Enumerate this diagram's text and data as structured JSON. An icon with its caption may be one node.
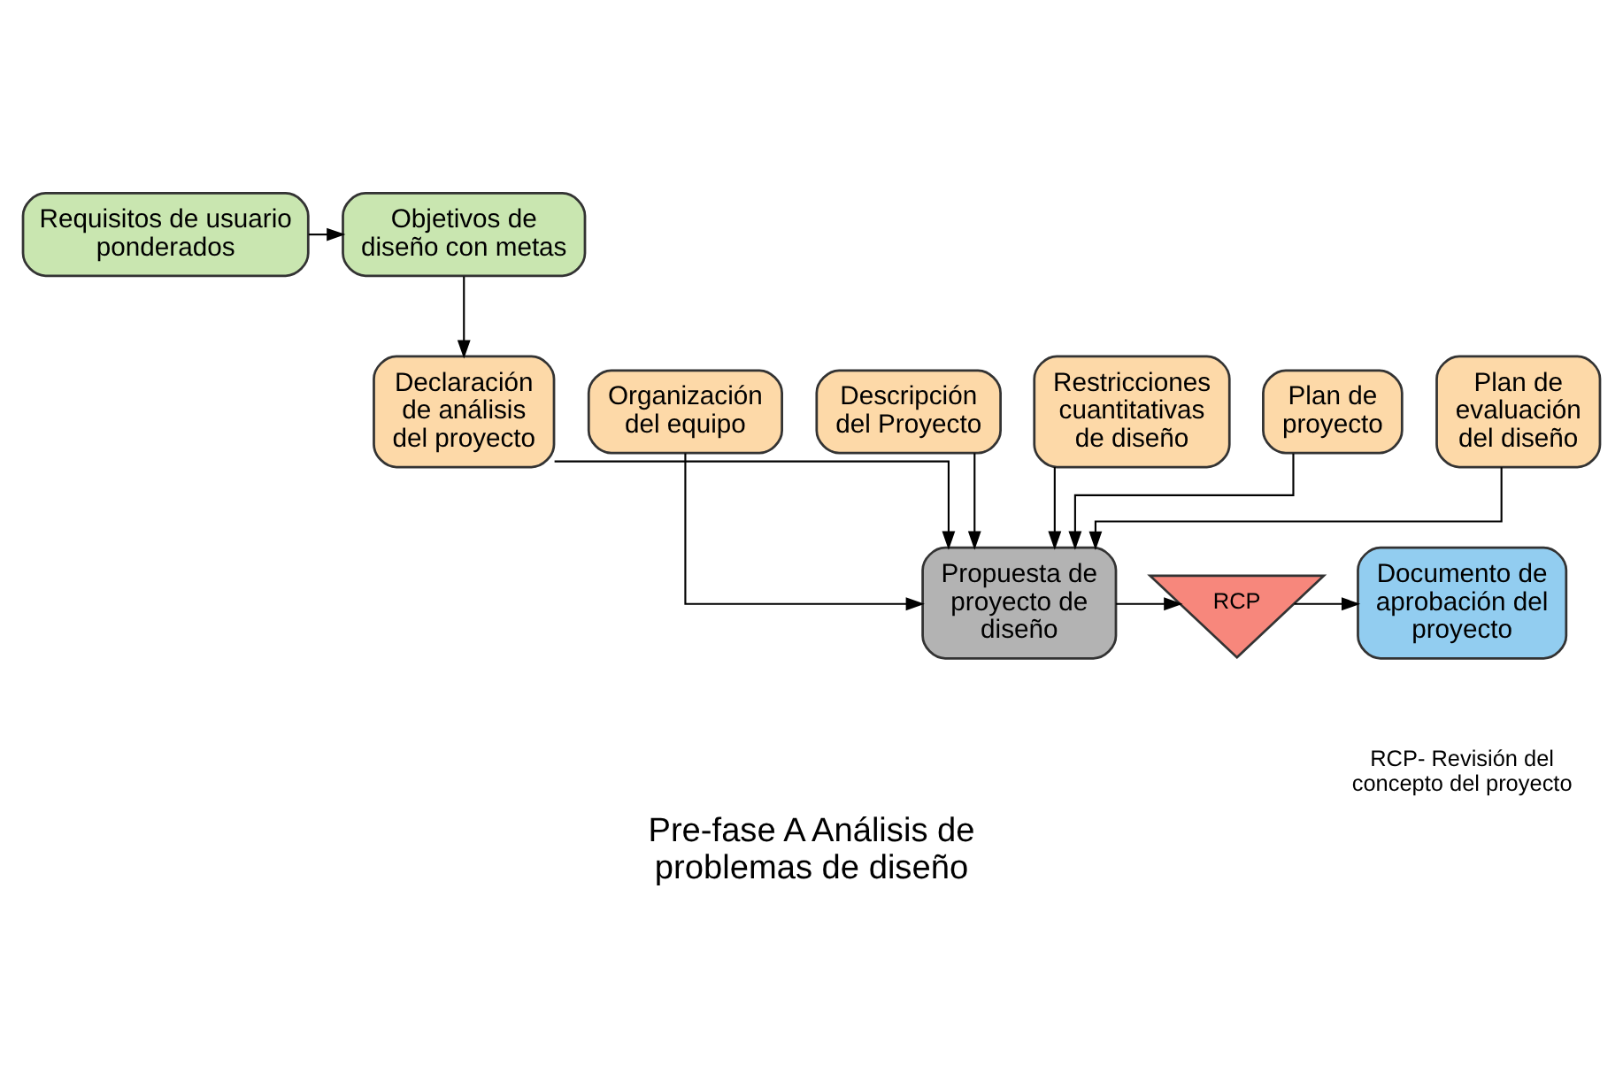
{
  "diagram": {
    "caption": "Pre-fase A Análisis de problemas de diseño",
    "nodes": [
      {
        "text": [
          "Requisitos de usuario ponderados"
        ]
      },
      {
        "text": [
          "Objetivos de diseño con metas"
        ]
      },
      {
        "text": [
          "Organización del equipo"
        ]
      },
      {
        "text": [
          "Descripción del Proyecto"
        ]
      },
      {
        "text": [
          "Restricciones cuantitativas de diseño"
        ]
      },
      {
        "text": [
          "Declaración de análisis del proyecto"
        ]
      },
      {
        "text": [
          "Plan de proyecto"
        ]
      },
      {
        "text": [
          "Plan de evaluación del diseño"
        ]
      },
      {
        "text": [
          "Propuesta de proyecto de diseño"
        ]
      },
      {
        "text": [
          "RCP"
        ]
      },
      {
        "text": [
          "Documento de aprobación del proyecto"
        ]
      }
    ],
    "edges": [
      {
        "from": 0,
        "to": 1,
        "arrow": "to"
      },
      {
        "from": 1,
        "to": 5,
        "arrow": "to"
      },
      {
        "from": 2,
        "to": 8,
        "arrow": "to"
      },
      {
        "from": 3,
        "to": 8,
        "arrow": "to"
      },
      {
        "from": 4,
        "to": 8,
        "arrow": "to"
      },
      {
        "from": 5,
        "to": 8,
        "arrow": "to"
      },
      {
        "from": 6,
        "to": 8,
        "arrow": "to"
      },
      {
        "from": 7,
        "to": 8,
        "arrow": "to"
      },
      {
        "from": 8,
        "to": 9,
        "arrow": "to"
      },
      {
        "from": 9,
        "to": 10,
        "arrow": "to"
      }
    ],
    "labels": [
      "RCP- Revisión del concepto del proyecto"
    ]
  }
}
